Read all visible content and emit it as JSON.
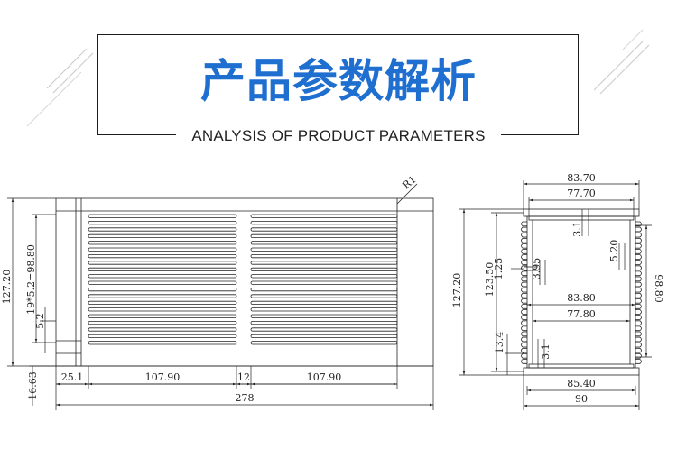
{
  "header": {
    "title": "产品参数解析",
    "subtitle": "ANALYSIS OF PRODUCT PARAMETERS",
    "accent_color": "#1f6fd0"
  },
  "side_view": {
    "radius_label": "R1",
    "height_overall": "127.20",
    "fin_pitch": "19*5.2=98.80",
    "fin_spacing": "5.2",
    "bottom_offset": "16.63",
    "seg_left": "25.1",
    "seg_fin_a": "107.90",
    "seg_gap": "12",
    "seg_fin_b": "107.90",
    "total_length": "278"
  },
  "end_view": {
    "outer_width_top": "83.70",
    "inner_width_top": "77.70",
    "wall_top": "3.1",
    "fin_step": "5.20",
    "rail_gap": "3.95",
    "rail_thickness": "1.25",
    "height_outer": "127.20",
    "height_inner": "123.50",
    "inner_height": "98.80",
    "inner_width_mid": "83.80",
    "inner_width_mid2": "77.80",
    "bottom_rail": "13.4",
    "wall_bottom": "3.1",
    "bottom_width": "85.40",
    "total_width": "90"
  }
}
